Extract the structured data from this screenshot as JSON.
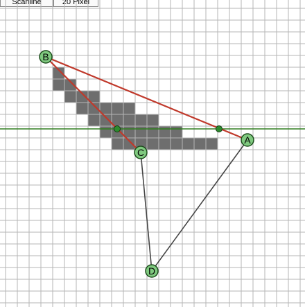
{
  "toolbar": {
    "mode_label": "Scanline",
    "size_label": "20 Pixel"
  },
  "vertices": [
    {
      "id": "A",
      "label": "A"
    },
    {
      "id": "B",
      "label": "B"
    },
    {
      "id": "C",
      "label": "C"
    },
    {
      "id": "D",
      "label": "D"
    }
  ],
  "colors": {
    "grid": "#b5b5b5",
    "filled_cell": "#6e6e6e",
    "edge_active": "#c0392b",
    "edge_inactive": "#444444",
    "scanline": "#2e7d1e",
    "vertex_fill": "#7fc97f",
    "vertex_stroke": "#1d4d1d",
    "intersection": "#2e8b2e"
  }
}
